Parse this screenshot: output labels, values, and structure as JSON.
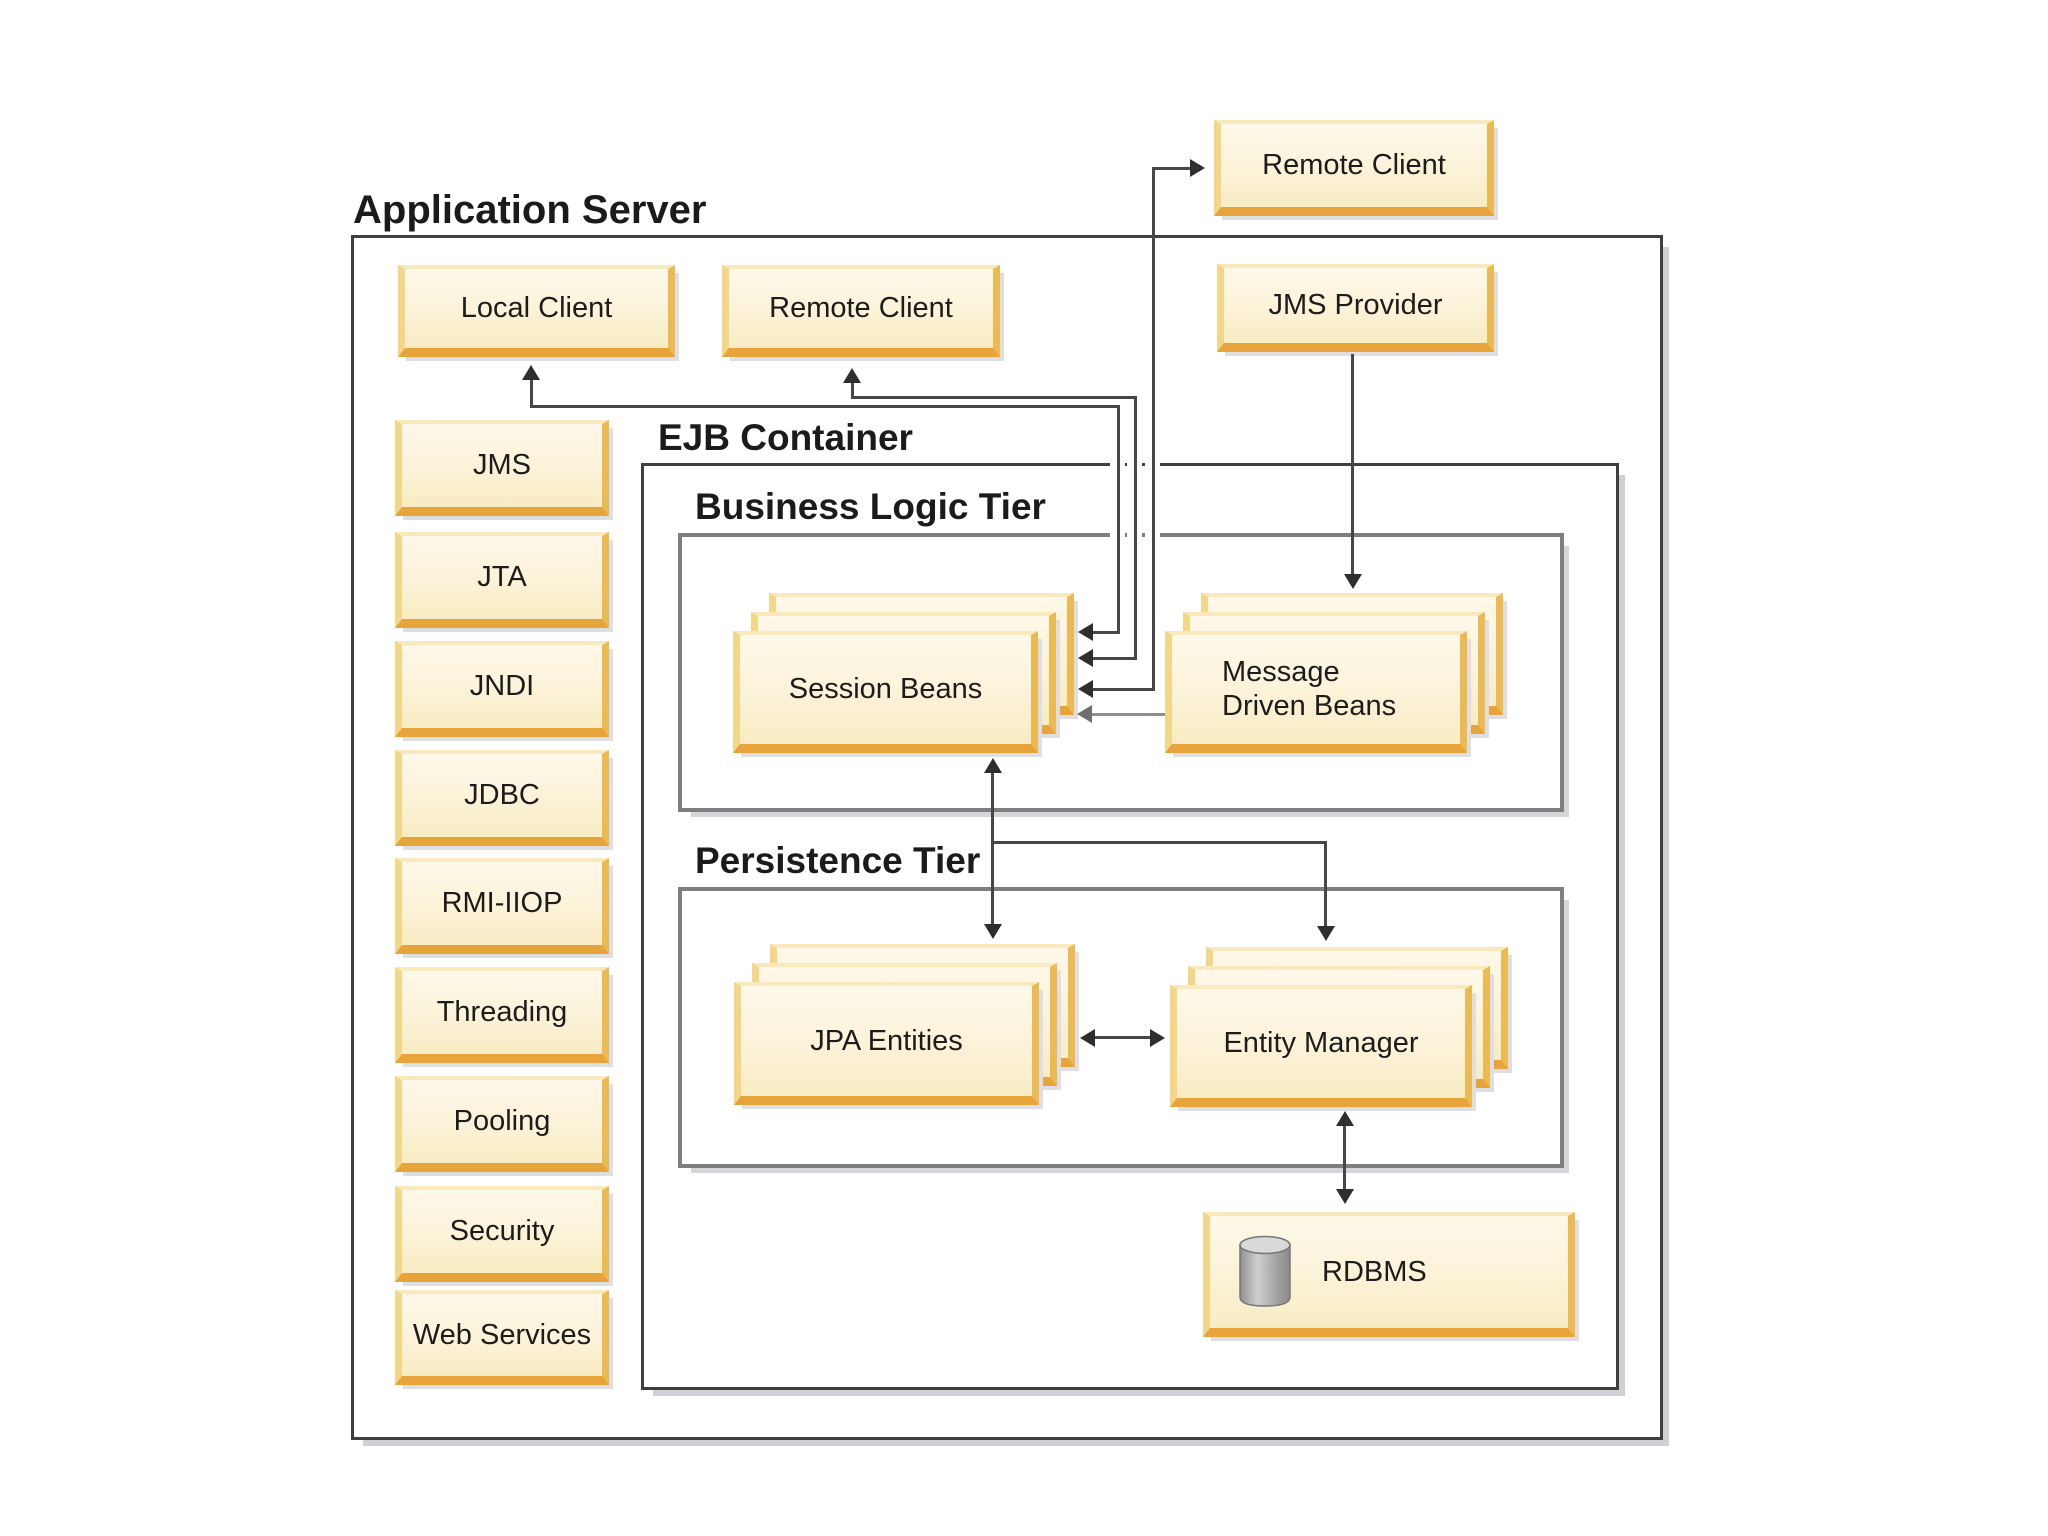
{
  "diagram": {
    "title": "Application Server",
    "containers": {
      "ejb": "EJB Container",
      "business_logic_tier": "Business Logic Tier",
      "persistence_tier": "Persistence Tier"
    },
    "clients": {
      "remote_client_external": "Remote Client",
      "local_client": "Local Client",
      "remote_client": "Remote Client",
      "jms_provider": "JMS Provider"
    },
    "services": [
      "JMS",
      "JTA",
      "JNDI",
      "JDBC",
      "RMI-IIOP",
      "Threading",
      "Pooling",
      "Security",
      "Web Services"
    ],
    "components": {
      "session_beans": "Session Beans",
      "message_driven_beans": "Message Driven Beans",
      "jpa_entities": "JPA Entities",
      "entity_manager": "Entity Manager",
      "rdbms": "RDBMS"
    },
    "icons": {
      "rdbms_icon": "database-cylinder-icon"
    },
    "colors": {
      "box_fill": "#FBF2D8",
      "box_border_gold": "#E7A43B",
      "container_border": "#3F3F3F",
      "tier_border": "#7F7F7F",
      "connector": "#474747",
      "connector_gray": "#8E8E8E",
      "shadow": "#D6D6DA",
      "background": "#FFFFFF"
    }
  }
}
